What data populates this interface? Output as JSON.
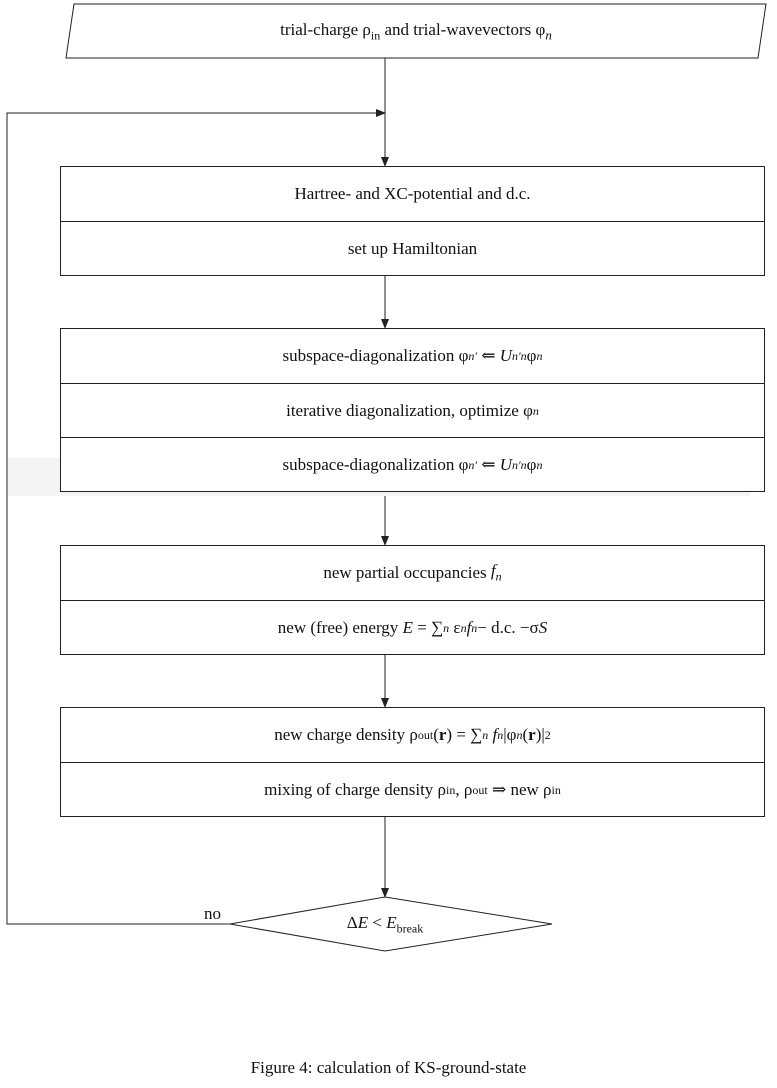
{
  "input_block": {
    "text": "trial-charge ρin and trial-wavevectors φn"
  },
  "blocks": [
    {
      "rows": [
        "Hartree- and XC-potential and d.c.",
        "set up Hamiltonian"
      ]
    },
    {
      "rows": [
        "subspace-diagonalization φn′ ⇐ Un′nφn",
        "iterative diagonalization, optimize φn",
        "subspace-diagonalization φn′ ⇐ Un′nφn"
      ]
    },
    {
      "rows": [
        "new partial occupancies fn",
        "new (free) energy E = ∑n εn fn− d.c. −σS"
      ]
    },
    {
      "rows": [
        "new charge density ρout(r) = ∑n fn|φn(r)|2",
        "mixing of charge density ρin, ρout ⇒ new ρin"
      ]
    }
  ],
  "decision": {
    "text": "ΔE < Ebreak",
    "no_label": "no"
  },
  "caption": "Figure 4: calculation of KS-ground-state",
  "colors": {
    "line": "#222222",
    "background": "#ffffff"
  }
}
